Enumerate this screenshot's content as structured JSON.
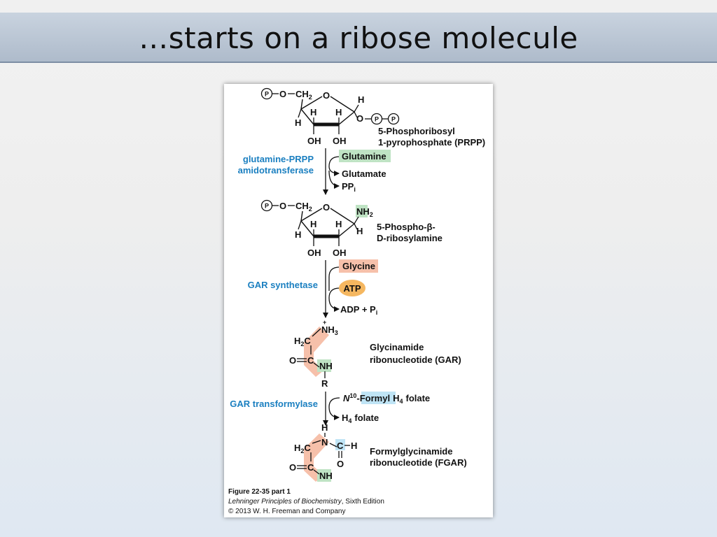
{
  "slide": {
    "title": "…starts on a ribose molecule"
  },
  "colors": {
    "enzyme_text": "#1a7fc0",
    "green_highlight": "#bfe3c4",
    "salmon_highlight": "#f6c0aa",
    "blue_highlight": "#bfe4f5",
    "atp_fill": "#f5b760"
  },
  "figure": {
    "compound1": {
      "atoms": {
        "p1": "P",
        "o1": "O",
        "ch2": "CH",
        "ch2_sub": "2",
        "ring_o": "O",
        "h_anomeric": "H",
        "o_link": "O",
        "p2": "P",
        "p3": "P",
        "h_left": "H",
        "h_inner1": "H",
        "h_inner2": "H",
        "oh1": "OH",
        "oh2": "OH"
      },
      "name_line1": "5-Phosphoribosyl",
      "name_line2": "1-pyrophosphate (PRPP)"
    },
    "step1": {
      "enzyme_line1": "glutamine-PRPP",
      "enzyme_line2": "amidotransferase",
      "input": "Glutamine",
      "output1": "Glutamate",
      "output2": "PP",
      "output2_sub": "i"
    },
    "compound2": {
      "atoms": {
        "p1": "P",
        "o1": "O",
        "ch2": "CH",
        "ch2_sub": "2",
        "ring_o": "O",
        "nh": "NH",
        "nh_sub": "2",
        "h_anomeric": "H",
        "h_left": "H",
        "h_inner1": "H",
        "h_inner2": "H",
        "oh1": "OH",
        "oh2": "OH"
      },
      "name_line1": "5-Phospho-β-",
      "name_line2": "D-ribosylamine"
    },
    "step2": {
      "enzyme": "GAR synthetase",
      "input1": "Glycine",
      "input2": "ATP",
      "output": "ADP + P",
      "output_sub": "i"
    },
    "compound3": {
      "atoms": {
        "plus": "+",
        "nh3": "NH",
        "nh3_sub": "3",
        "h2c": "H",
        "h2c_sub": "2",
        "c_a": "C",
        "c_b": "C",
        "o": "O",
        "nh": "NH",
        "r": "R"
      },
      "name_line1": "Glycinamide",
      "name_line2": "ribonucleotide (GAR)"
    },
    "step3": {
      "enzyme": "GAR transformylase",
      "input_n": "N",
      "input_sup": "10",
      "input_formyl": "-Formyl",
      "input_rest": "H",
      "input_rest_sub": "4",
      "input_folate": "folate",
      "output": "H",
      "output_sub": "4",
      "output_folate": "folate"
    },
    "compound4": {
      "atoms": {
        "h_top": "H",
        "n": "N",
        "h2c": "H",
        "h2c_sub": "2",
        "c_a": "C",
        "c_formyl": "C",
        "h_formyl": "H",
        "c_b": "C",
        "o_formyl": "O",
        "o": "O",
        "nh": "NH"
      },
      "name_line1": "Formylglycinamide",
      "name_line2": "ribonucleotide (FGAR)"
    },
    "caption": {
      "figure_label": "Figure 22-35 part 1",
      "book_title": "Lehninger Principles of Biochemistry",
      "edition": ", Sixth Edition",
      "copyright": "© 2013 W. H. Freeman and Company"
    }
  }
}
